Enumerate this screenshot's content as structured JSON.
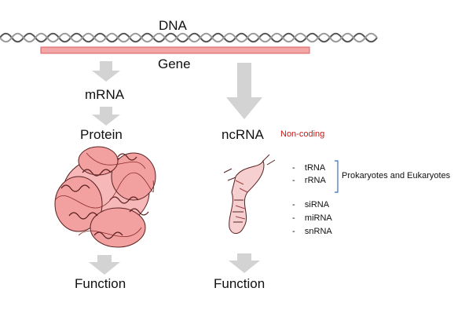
{
  "dna_label": "DNA",
  "gene_label": "Gene",
  "coding": {
    "mrna_label": "mRNA",
    "protein_label": "Protein",
    "function_label": "Function"
  },
  "noncoding": {
    "ncrna_label": "ncRNA",
    "noncoding_tag": "Non-coding",
    "function_label": "Function",
    "rna_list": [
      {
        "dash": "-",
        "name": "tRNA"
      },
      {
        "dash": "-",
        "name": "rRNA"
      },
      {
        "dash": "-",
        "name": "siRNA"
      },
      {
        "dash": "-",
        "name": "miRNA"
      },
      {
        "dash": "-",
        "name": "snRNA"
      }
    ],
    "bracket_label": "Prokaryotes and Eukaryotes"
  },
  "colors": {
    "arrow": "#d3d3d3",
    "gene_bar": "#f2a6a6",
    "gene_border": "#d95f5f",
    "noncoding": "#c81414",
    "bracket": "#3a6fb5",
    "protein_fill": "#f2a0a0",
    "protein_stroke": "#5a2020"
  }
}
